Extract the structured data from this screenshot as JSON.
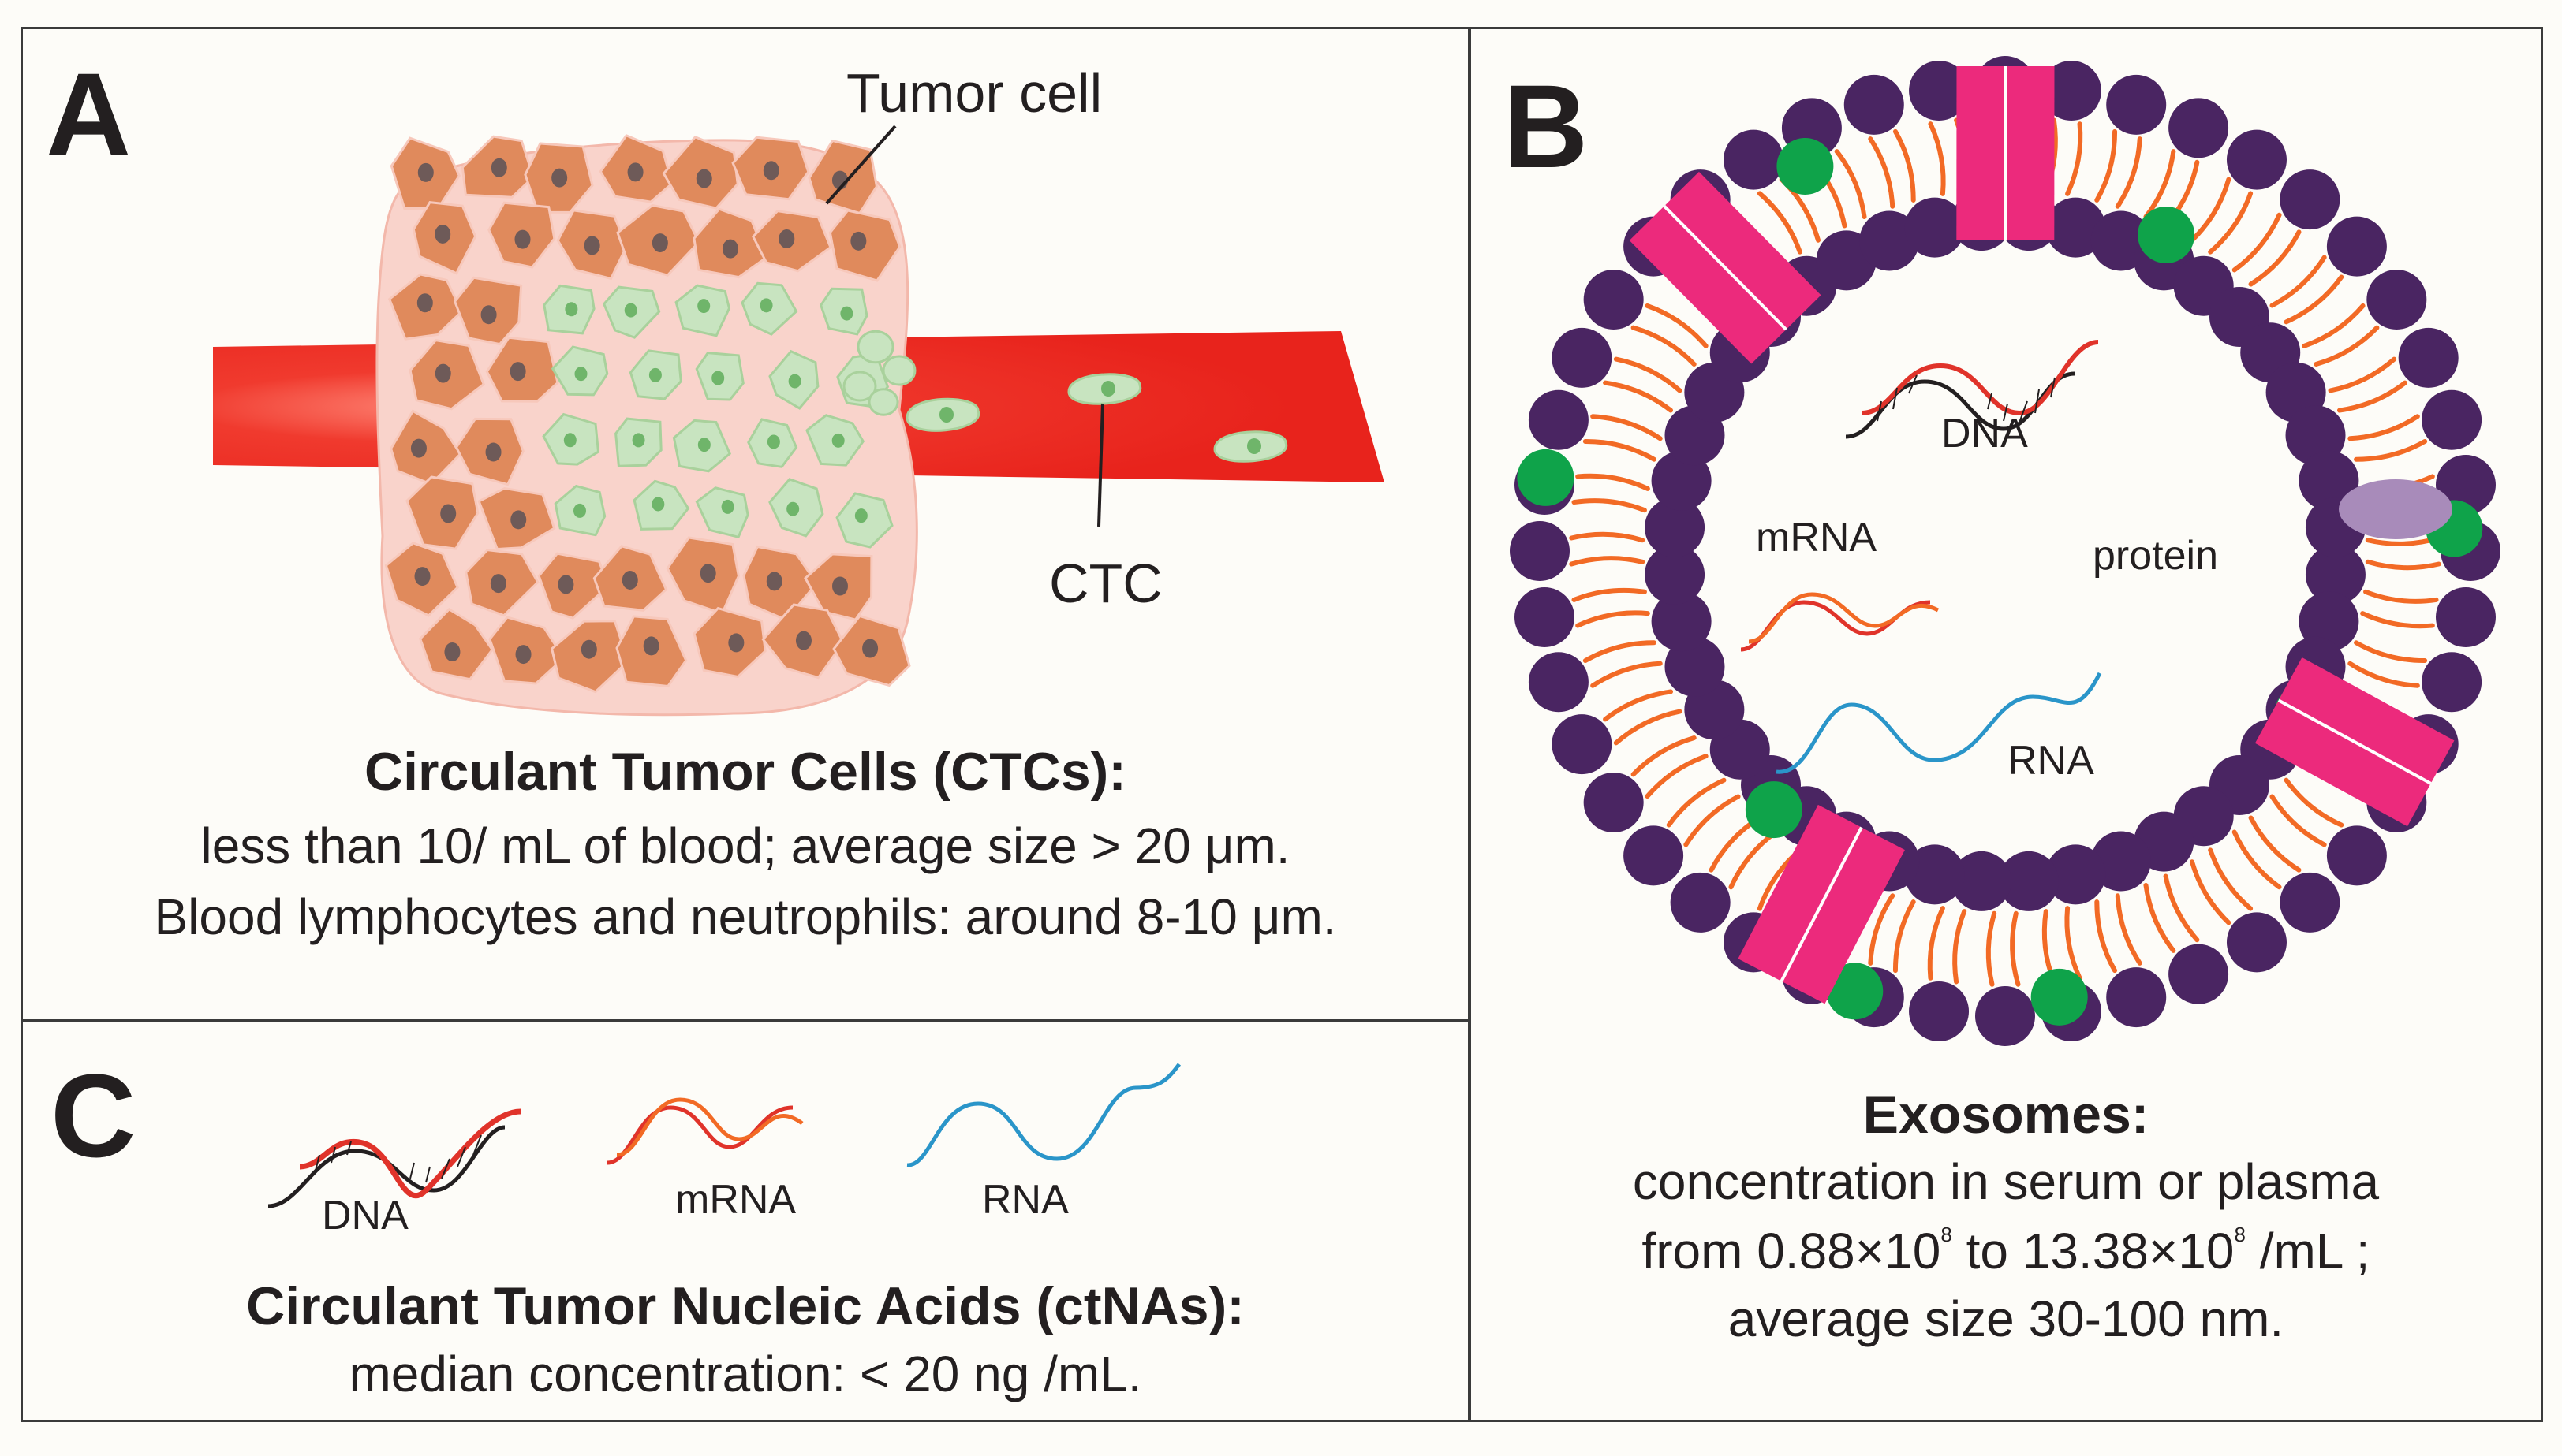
{
  "panel_a": {
    "letter": "A",
    "label_tumor_cell": "Tumor cell",
    "label_ctc": "CTC",
    "title": "Circulant Tumor Cells (CTCs):",
    "line1": "less than 10/ mL of blood; average size > 20 μm.",
    "line2": "Blood lymphocytes and neutrophils: around 8-10 μm."
  },
  "panel_b": {
    "letter": "B",
    "label_dna": "DNA",
    "label_mrna": "mRNA",
    "label_protein": "protein",
    "label_rna": "RNA",
    "title": "Exosomes:",
    "line1": "concentration in serum or plasma",
    "line2_prefix": "from 0.88×10",
    "line2_exp1": "8",
    "line2_mid": " to 13.38×10",
    "line2_exp2": "8",
    "line2_suffix": " /mL ;",
    "line3": "average size 30-100 nm."
  },
  "panel_c": {
    "letter": "C",
    "label_dna": "DNA",
    "label_mrna": "mRNA",
    "label_rna": "RNA",
    "title": "Circulant Tumor Nucleic Acids (ctNAs):",
    "line1": "median concentration: < 20 ng /mL."
  },
  "colors": {
    "tumor_cell": "#e08a5c",
    "tumor_border": "#f8cfc8",
    "ctc": "#c8e4c0",
    "vessel": "#ee2a24",
    "membrane_lipid": "#4a2562",
    "tail": "#f26a25",
    "channel": "#ec2a7c",
    "marker_green": "#0fa34a",
    "protein": "#a88bba",
    "rna": "#2a95c9",
    "dna_red": "#e0332a"
  }
}
